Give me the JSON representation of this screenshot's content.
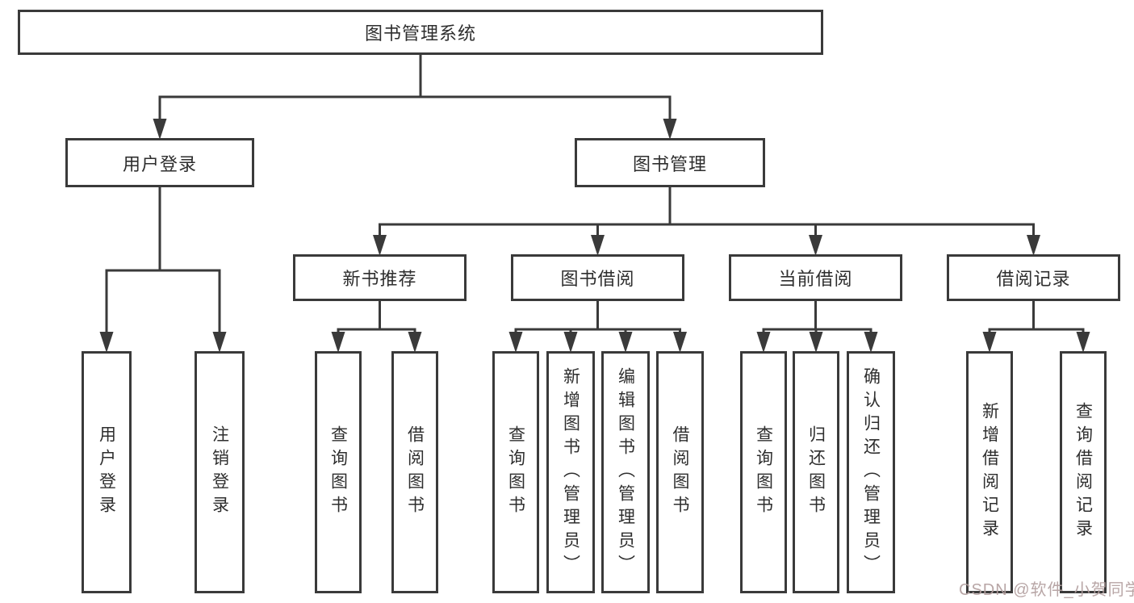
{
  "diagram": {
    "title": "图书管理系统",
    "watermark": "CSDN @软件_小贺同学",
    "colors": {
      "line": "#3a3a3a",
      "box_border": "#3a3a3a",
      "text": "#2e2e2e",
      "background": "#ffffff",
      "watermark": "#b29e9e"
    },
    "tree": {
      "id": "root",
      "label": "图书管理系统",
      "children": [
        {
          "id": "user-login",
          "label": "用户登录",
          "children": [
            {
              "id": "leaf-user-login",
              "label": "用户登录"
            },
            {
              "id": "leaf-logout",
              "label": "注销登录"
            }
          ]
        },
        {
          "id": "book-mgmt",
          "label": "图书管理",
          "children": [
            {
              "id": "new-book-rec",
              "label": "新书推荐",
              "children": [
                {
                  "id": "nb-query",
                  "label": "查询图书"
                },
                {
                  "id": "nb-borrow",
                  "label": "借阅图书"
                }
              ]
            },
            {
              "id": "book-borrow",
              "label": "图书借阅",
              "children": [
                {
                  "id": "bb-query",
                  "label": "查询图书"
                },
                {
                  "id": "bb-add",
                  "label": "新增图书（管理员）"
                },
                {
                  "id": "bb-edit",
                  "label": "编辑图书（管理员）"
                },
                {
                  "id": "bb-borrow",
                  "label": "借阅图书"
                }
              ]
            },
            {
              "id": "current-borrow",
              "label": "当前借阅",
              "children": [
                {
                  "id": "cb-query",
                  "label": "查询图书"
                },
                {
                  "id": "cb-return",
                  "label": "归还图书"
                },
                {
                  "id": "cb-confirm",
                  "label": "确认归还（管理员）"
                }
              ]
            },
            {
              "id": "borrow-records",
              "label": "借阅记录",
              "children": [
                {
                  "id": "br-add",
                  "label": "新增借阅记录"
                },
                {
                  "id": "br-query",
                  "label": "查询借阅记录"
                }
              ]
            }
          ]
        }
      ]
    }
  }
}
